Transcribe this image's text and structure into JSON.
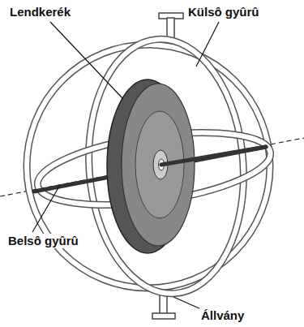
{
  "diagram": {
    "labels": [
      "Lendkerék",
      "Külsô gyûrû",
      "Belsô gyûrû",
      "Állvány"
    ]
  }
}
